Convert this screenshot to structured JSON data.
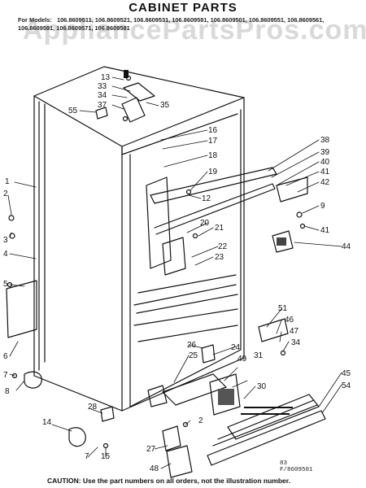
{
  "watermark": "AppliancePartsPros.com",
  "title": "CABINET PARTS",
  "models": {
    "label": "For Models:",
    "list": "106.8609511, 106.8609521, 106.8609531, 106.8609581, 106.8609501, 106.8609551, 106.8609561, 106.8609591, 106.8609571, 106.8609581"
  },
  "callouts": [
    "13",
    "33",
    "34",
    "37",
    "35",
    "55",
    "16",
    "17",
    "18",
    "19",
    "12",
    "38",
    "39",
    "40",
    "41",
    "42",
    "9",
    "41",
    "20",
    "21",
    "22",
    "23",
    "44",
    "1",
    "2",
    "3",
    "4",
    "5",
    "6",
    "7",
    "8",
    "51",
    "46",
    "47",
    "34",
    "24",
    "26",
    "25",
    "49",
    "31",
    "30",
    "45",
    "54",
    "28",
    "2",
    "14",
    "27",
    "7",
    "15",
    "48"
  ],
  "reference": {
    "line1": "83",
    "line2": "F/8609501"
  },
  "caution": "CAUTION: Use the part numbers on all orders, not the illustration number."
}
